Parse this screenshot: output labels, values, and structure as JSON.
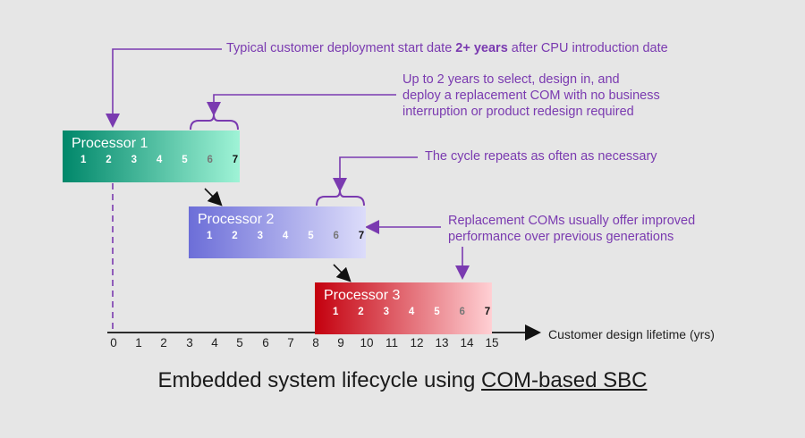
{
  "notes": {
    "deployment_pre": "Typical customer deployment start date ",
    "deployment_bold": "2+ years",
    "deployment_post": " after CPU introduction date",
    "replacement_line1": "Up to 2 years to select, design in, and",
    "replacement_line2": "deploy a replacement COM with no business",
    "replacement_line3": "interruption or product redesign required",
    "cycle": "The cycle repeats as often as necessary",
    "improved_line1": "Replacement COMs usually offer improved",
    "improved_line2": "performance over previous generations"
  },
  "processors": [
    {
      "label": "Processor 1",
      "years": [
        "1",
        "2",
        "3",
        "4",
        "5",
        "6",
        "7"
      ],
      "color_start": "#00876a",
      "color_end": "#9ff3d6"
    },
    {
      "label": "Processor 2",
      "years": [
        "1",
        "2",
        "3",
        "4",
        "5",
        "6",
        "7"
      ],
      "color_start": "#6c6ed8",
      "color_end": "#dcdcfa"
    },
    {
      "label": "Processor 3",
      "years": [
        "1",
        "2",
        "3",
        "4",
        "5",
        "6",
        "7"
      ],
      "color_start": "#c4000e",
      "color_end": "#ffd0d4"
    }
  ],
  "axis": {
    "ticks": [
      "0",
      "1",
      "2",
      "3",
      "4",
      "5",
      "6",
      "7",
      "8",
      "9",
      "10",
      "11",
      "12",
      "13",
      "14",
      "15"
    ],
    "label": "Customer design lifetime (yrs)"
  },
  "caption": {
    "prefix": "Embedded system lifecycle using ",
    "underlined": "COM-based SBC"
  },
  "colors": {
    "annotation": "#7a3ab0",
    "background": "#e6e6e6"
  }
}
